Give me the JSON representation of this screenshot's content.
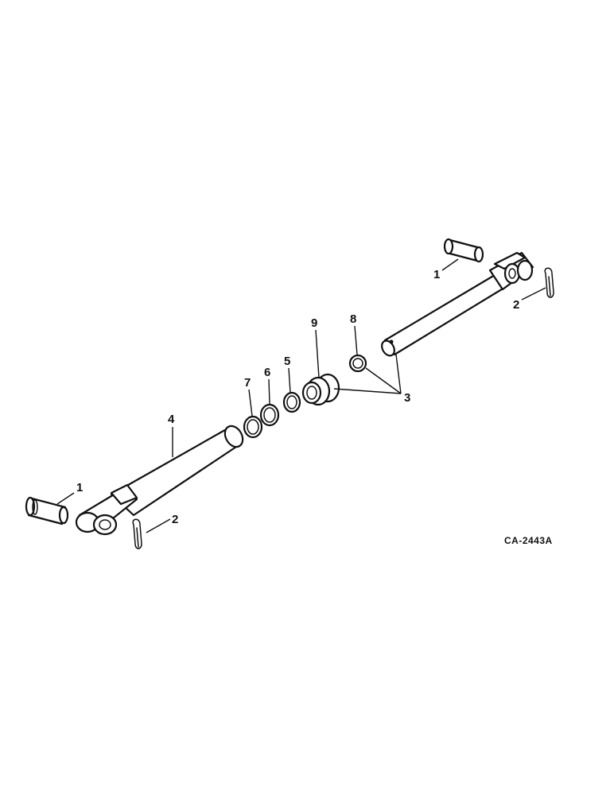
{
  "figure_id": "CA-2443A",
  "callouts": {
    "c1_left": "1",
    "c2_left": "2",
    "c4": "4",
    "c7": "7",
    "c6": "6",
    "c5": "5",
    "c9": "9",
    "c8": "8",
    "c3": "3",
    "c1_right": "1",
    "c2_right": "2"
  },
  "colors": {
    "ink": "#111111",
    "paper": "#ffffff"
  }
}
